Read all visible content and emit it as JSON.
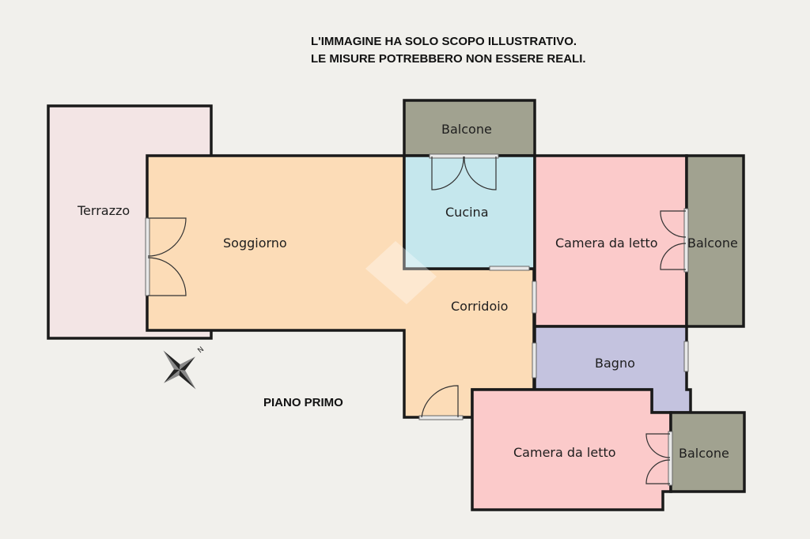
{
  "disclaimer": {
    "line1": "L'IMMAGINE HA SOLO SCOPO ILLUSTRATIVO.",
    "line2": "LE MISURE POTREBBERO NON ESSERE REALI."
  },
  "floor_name": "PIANO PRIMO",
  "compass": {
    "north_label": "N"
  },
  "rooms": {
    "terrazzo": "Terrazzo",
    "soggiorno": "Soggiorno",
    "balcone_top": "Balcone",
    "cucina": "Cucina",
    "corridoio": "Corridoio",
    "camera_1": "Camera da letto",
    "balcone_right": "Balcone",
    "bagno": "Bagno",
    "camera_2": "Camera da letto",
    "balcone_bottom": "Balcone"
  },
  "colors": {
    "terrazzo": "#f3e5e5",
    "soggiorno": "#fcdcb7",
    "corridoio": "#fcdcb7",
    "cucina": "#c5e7ed",
    "camera": "#fbcaca",
    "bagno": "#c4c3df",
    "balcone": "#a1a290",
    "background": "#f1f0ec"
  }
}
